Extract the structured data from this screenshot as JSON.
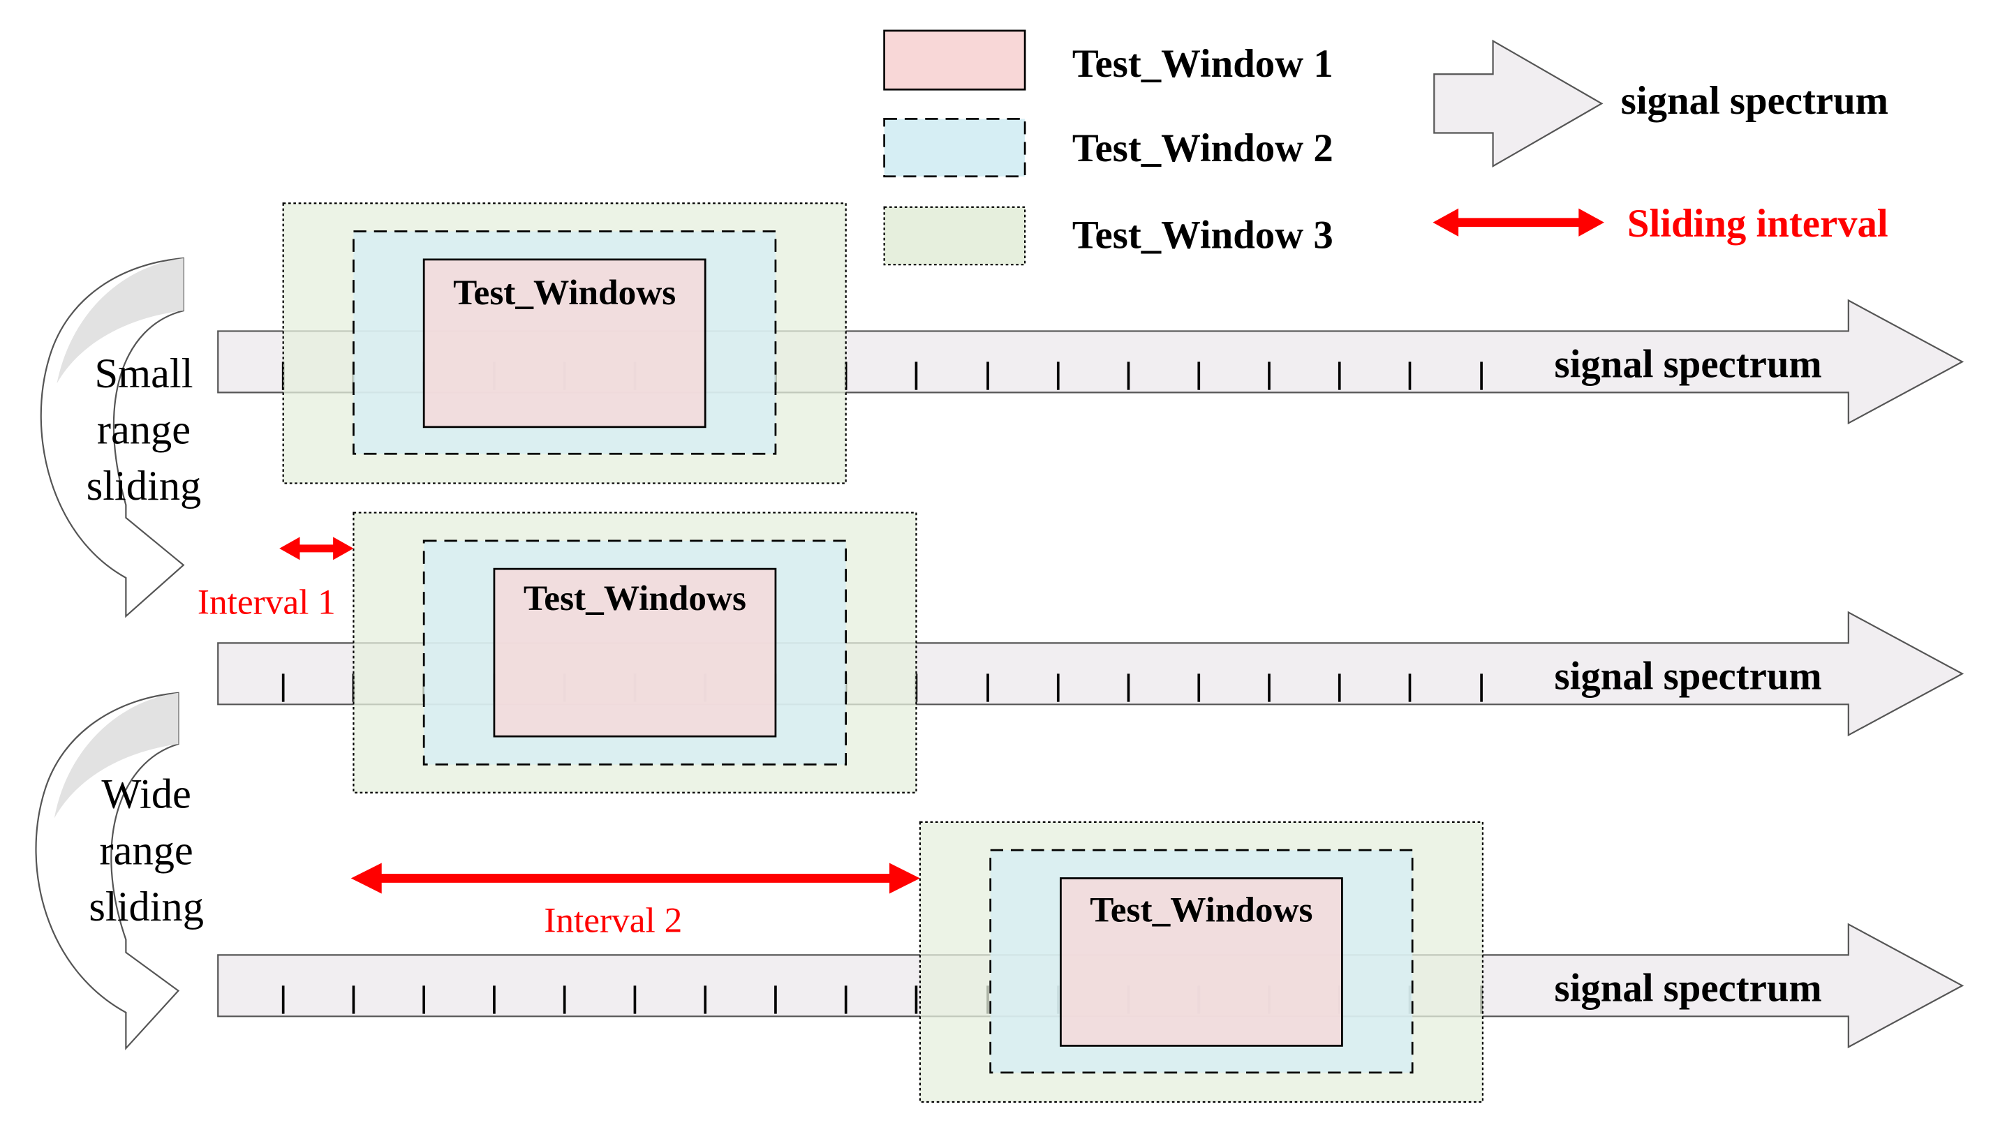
{
  "legend": {
    "window1_label": "Test_Window 1",
    "window2_label": "Test_Window 2",
    "window3_label": "Test_Window 3",
    "spectrum_label": "signal spectrum",
    "interval_label": "Sliding interval"
  },
  "rows": [
    {
      "spectrum_label": "signal spectrum",
      "window_label": "Test_Windows"
    },
    {
      "spectrum_label": "signal spectrum",
      "window_label": "Test_Windows"
    },
    {
      "spectrum_label": "signal spectrum",
      "window_label": "Test_Windows"
    }
  ],
  "side": {
    "small": [
      "Small",
      "range",
      "sliding"
    ],
    "wide": [
      "Wide",
      "range",
      "sliding"
    ]
  },
  "intervals": {
    "interval1": "Interval 1",
    "interval2": "Interval 2"
  },
  "colors": {
    "window1_fill": "#f8d7d7",
    "window2_fill": "#d6eef4",
    "window3_fill": "#e6efdd",
    "spectrum_fill": "#f1eef1",
    "interval_red": "#ff0000"
  }
}
